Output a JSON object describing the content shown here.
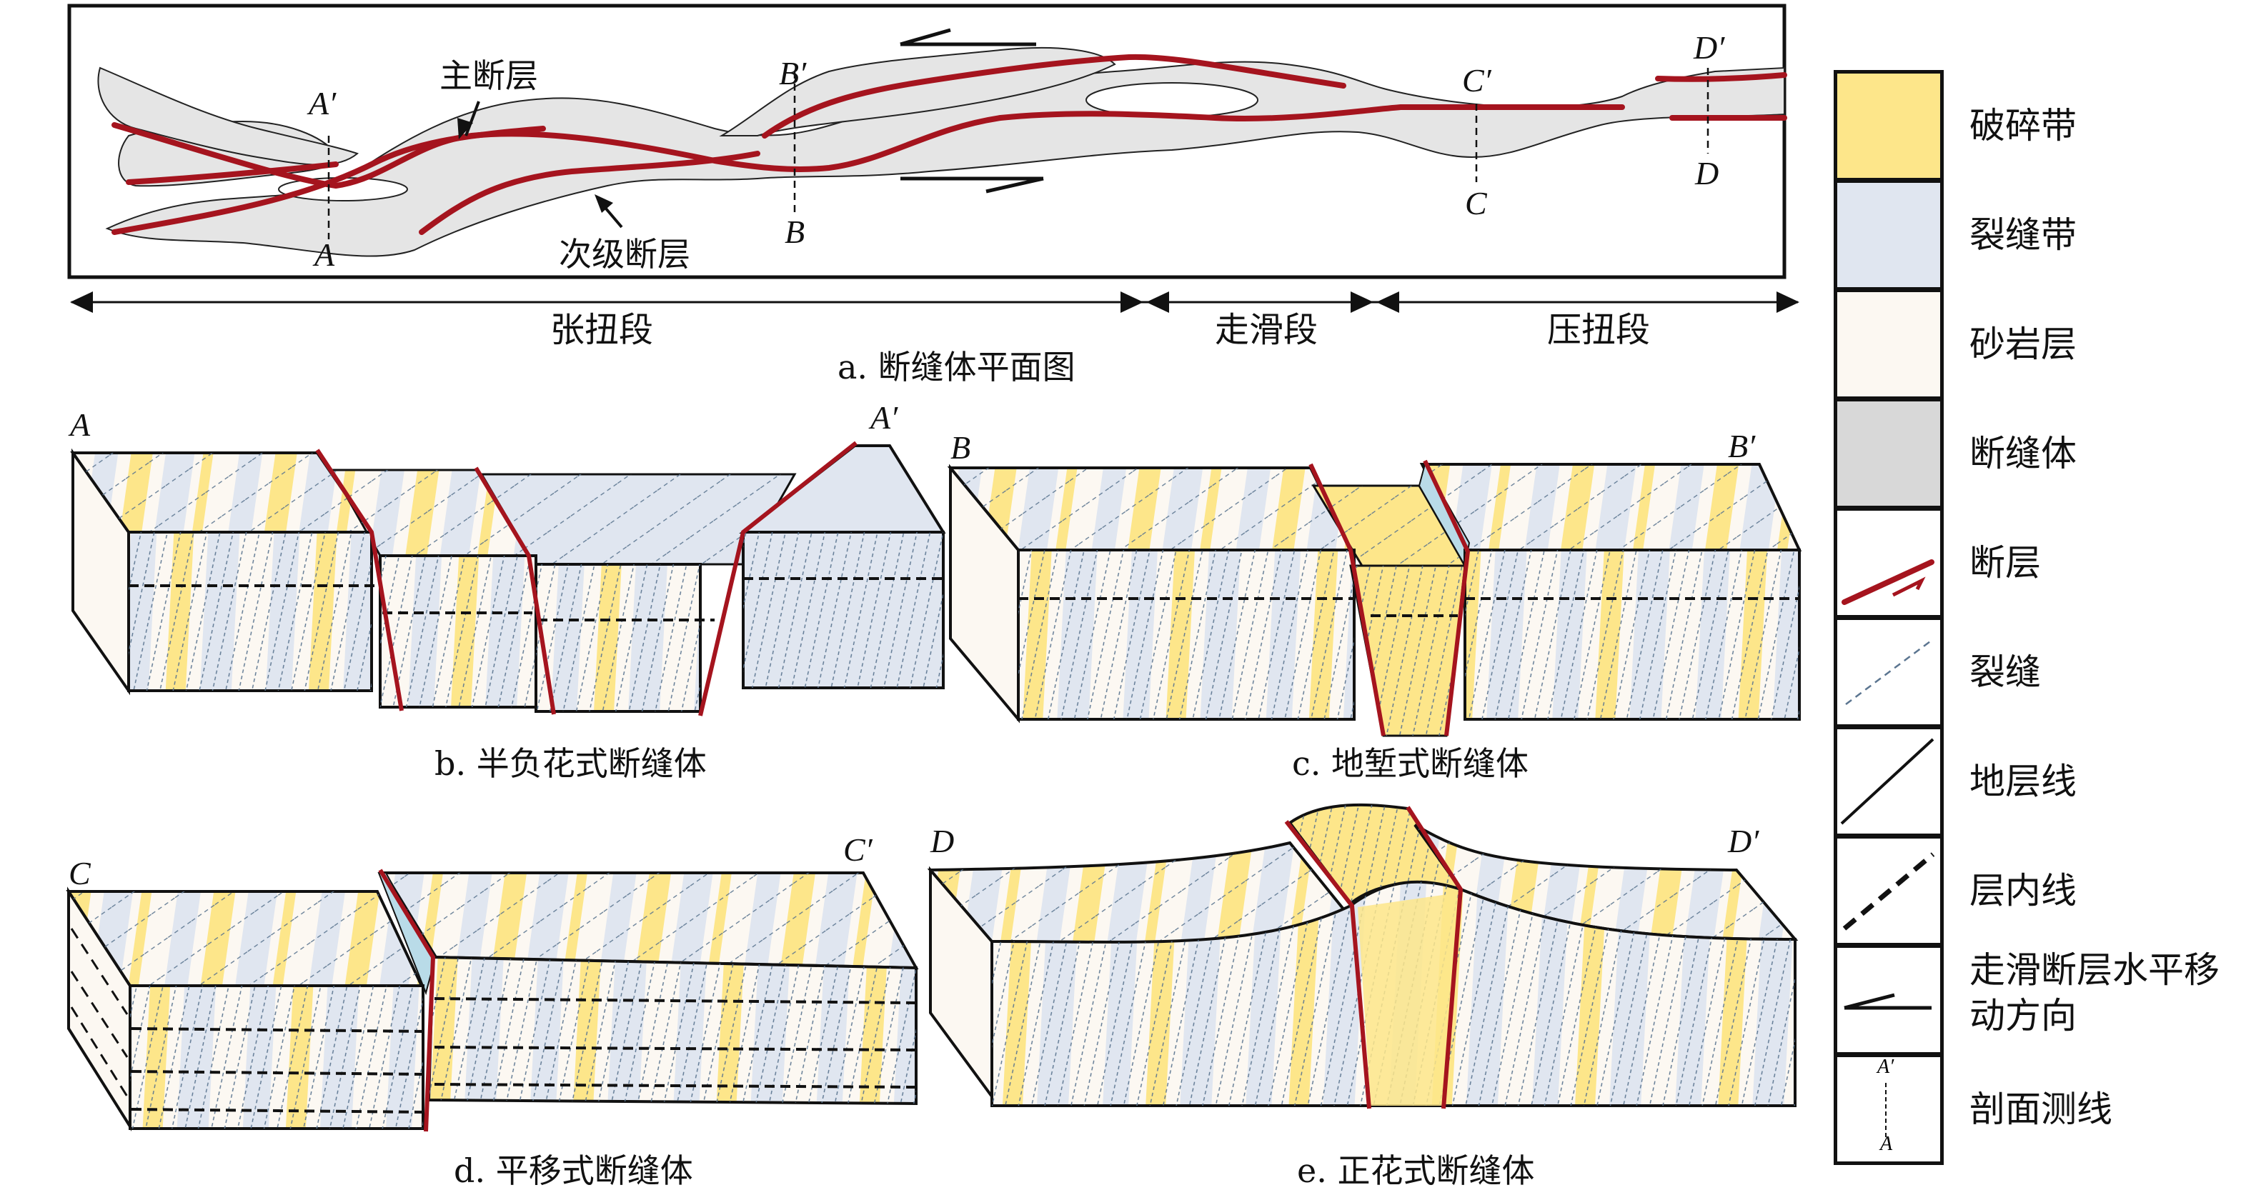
{
  "plan_view": {
    "labels": {
      "main_fault": "主断层",
      "secondary_fault": "次级断层"
    },
    "section_lines": [
      {
        "start": "A",
        "end": "A′"
      },
      {
        "start": "B",
        "end": "B′"
      },
      {
        "start": "C",
        "end": "C′"
      },
      {
        "start": "D",
        "end": "D′"
      }
    ],
    "caption": "a. 断缝体平面图"
  },
  "segments": [
    {
      "label": "张扭段"
    },
    {
      "label": "走滑段"
    },
    {
      "label": "压扭段"
    }
  ],
  "sections": [
    {
      "id": "b",
      "left_label": "A",
      "right_label": "A′",
      "caption": "b. 半负花式断缝体"
    },
    {
      "id": "c",
      "left_label": "B",
      "right_label": "B′",
      "caption": "c. 地堑式断缝体"
    },
    {
      "id": "d",
      "left_label": "C",
      "right_label": "C′",
      "caption": "d. 平移式断缝体"
    },
    {
      "id": "e",
      "left_label": "D",
      "right_label": "D′",
      "caption": "e. 正花式断缝体"
    }
  ],
  "legend": [
    {
      "label": "破碎带",
      "swatch": "fill",
      "color": "#fde68a"
    },
    {
      "label": "裂缝带",
      "swatch": "fill",
      "color": "#e0e6f0"
    },
    {
      "label": "砂岩层",
      "swatch": "fill",
      "color": "#fcf8f2"
    },
    {
      "label": "断缝体",
      "swatch": "fill",
      "color": "#d8d8d8"
    },
    {
      "label": "断层",
      "swatch": "fault-icon",
      "color": "#a5141e"
    },
    {
      "label": "裂缝",
      "swatch": "fracture-icon",
      "color": "#5b7590"
    },
    {
      "label": "地层线",
      "swatch": "strata-line-icon",
      "color": "#111111"
    },
    {
      "label": "层内线",
      "swatch": "intra-layer-line-icon",
      "color": "#111111"
    },
    {
      "label": "走滑断层水平移动方向",
      "label_line2": "",
      "swatch": "strike-slip-arrow-icon",
      "color": "#111111"
    },
    {
      "label": "剖面测线",
      "swatch": "section-line-icon",
      "color": "#111111",
      "mini_top": "A′",
      "mini_bottom": "A"
    }
  ],
  "colors": {
    "fault_red": "#a5141e",
    "breccia_yellow": "#fde68a",
    "fracture_blue": "#e0e6f0",
    "sandstone": "#fcf8f2",
    "fault_body_gray": "#e5e5e5",
    "fracture_line": "#5b7590",
    "slip_face_blue": "#b9dbe8"
  }
}
